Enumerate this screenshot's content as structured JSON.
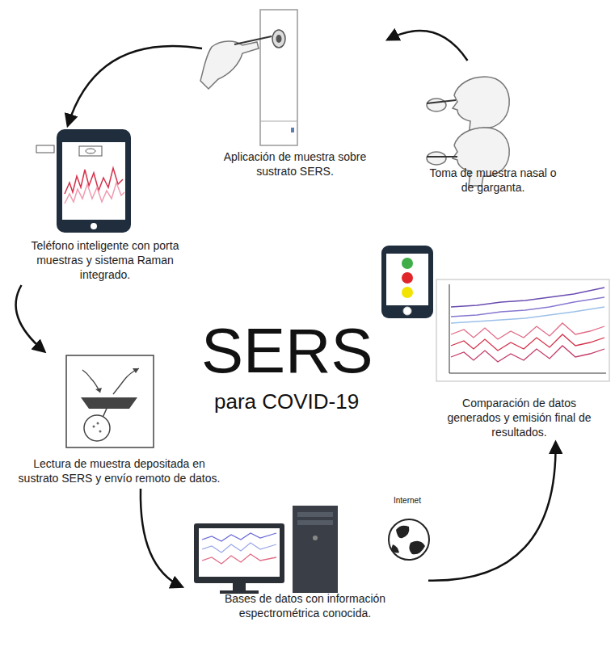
{
  "diagram": {
    "title": "SERS",
    "nodes": [
      {
        "text": [
          "Toma de muestra nasal o de garganta."
        ]
      },
      {
        "text": [
          "Aplicación de muestra sobre sustrato SERS."
        ]
      },
      {
        "text": [
          "Teléfono inteligente con porta muestras y sistema Raman integrado."
        ]
      },
      {
        "text": [
          "Lectura de muestra depositada en sustrato SERS y envío remoto de datos."
        ]
      },
      {
        "text": [
          "Bases de datos con información espectrométrica conocida."
        ]
      },
      {
        "text": [
          "Comparación de datos generados y emisión final de resultados."
        ]
      }
    ],
    "edges": [
      {
        "from": 0,
        "to": 1,
        "arrow": "to"
      },
      {
        "from": 1,
        "to": 2,
        "arrow": "to"
      },
      {
        "from": 2,
        "to": 3,
        "arrow": "to"
      },
      {
        "from": 3,
        "to": 4,
        "arrow": "to"
      },
      {
        "from": 4,
        "to": 5,
        "arrow": "to"
      }
    ],
    "labels": [
      "para COVID-19",
      "Internet"
    ]
  }
}
